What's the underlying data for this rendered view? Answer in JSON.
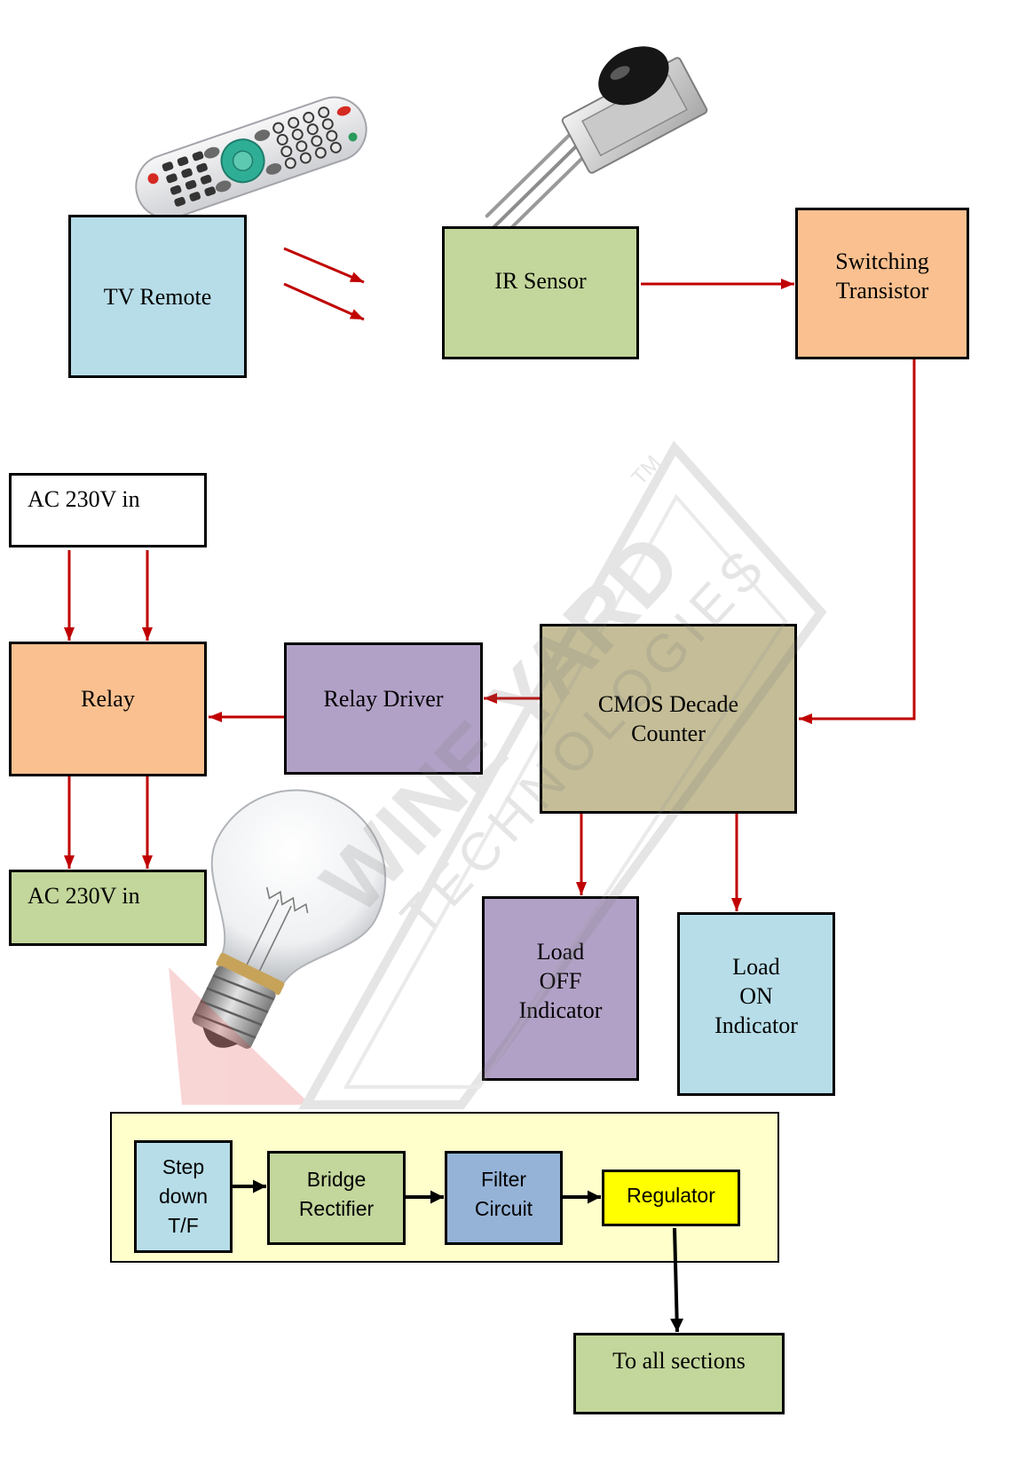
{
  "diagram": {
    "blocks": {
      "tv_remote": {
        "label": "TV Remote",
        "color": "#b7dde8"
      },
      "ir_sensor": {
        "label": "IR Sensor",
        "color": "#c3d69b"
      },
      "switching_transistor": {
        "lines": [
          "Switching",
          "Transistor"
        ],
        "color": "#fac090"
      },
      "ac_input": {
        "label": "AC 230V in",
        "color": "#ffffff"
      },
      "relay": {
        "label": "Relay",
        "color": "#fac090"
      },
      "relay_driver": {
        "label": "Relay Driver",
        "color": "#b2a1c7"
      },
      "cmos_decade_counter": {
        "lines": [
          "CMOS Decade",
          "Counter"
        ],
        "color": "#c4bd97"
      },
      "ac_output": {
        "label": "AC 230V in",
        "color": "#c3d69b"
      },
      "load_off_indicator": {
        "lines": [
          "Load",
          "OFF",
          "Indicator"
        ],
        "color": "#b2a1c7"
      },
      "load_on_indicator": {
        "lines": [
          "Load",
          "ON",
          "Indicator"
        ],
        "color": "#b7dde8"
      }
    },
    "power_supply": {
      "panel_color": "#ffffcc",
      "step_down": {
        "lines": [
          "Step",
          "down",
          "T/F"
        ],
        "color": "#b7dde8"
      },
      "bridge_rectifier": {
        "lines": [
          "Bridge",
          "Rectifier"
        ],
        "color": "#c3d69b"
      },
      "filter_circuit": {
        "lines": [
          "Filter",
          "Circuit"
        ],
        "color": "#95b3d7"
      },
      "regulator": {
        "label": "Regulator",
        "color": "#ffff00"
      },
      "output": {
        "label": "To all sections",
        "color": "#c3d69b"
      }
    },
    "connector_colors": {
      "signal": "#c00000",
      "power": "#000000"
    },
    "pictures": {
      "remote": "tv-remote-icon",
      "sensor": "ir-sensor-icon",
      "load": "light-bulb-icon"
    },
    "watermark": {
      "brand": "WINE YARD",
      "tagline": "TECHNOLOGIES",
      "trademark": "TM"
    }
  }
}
